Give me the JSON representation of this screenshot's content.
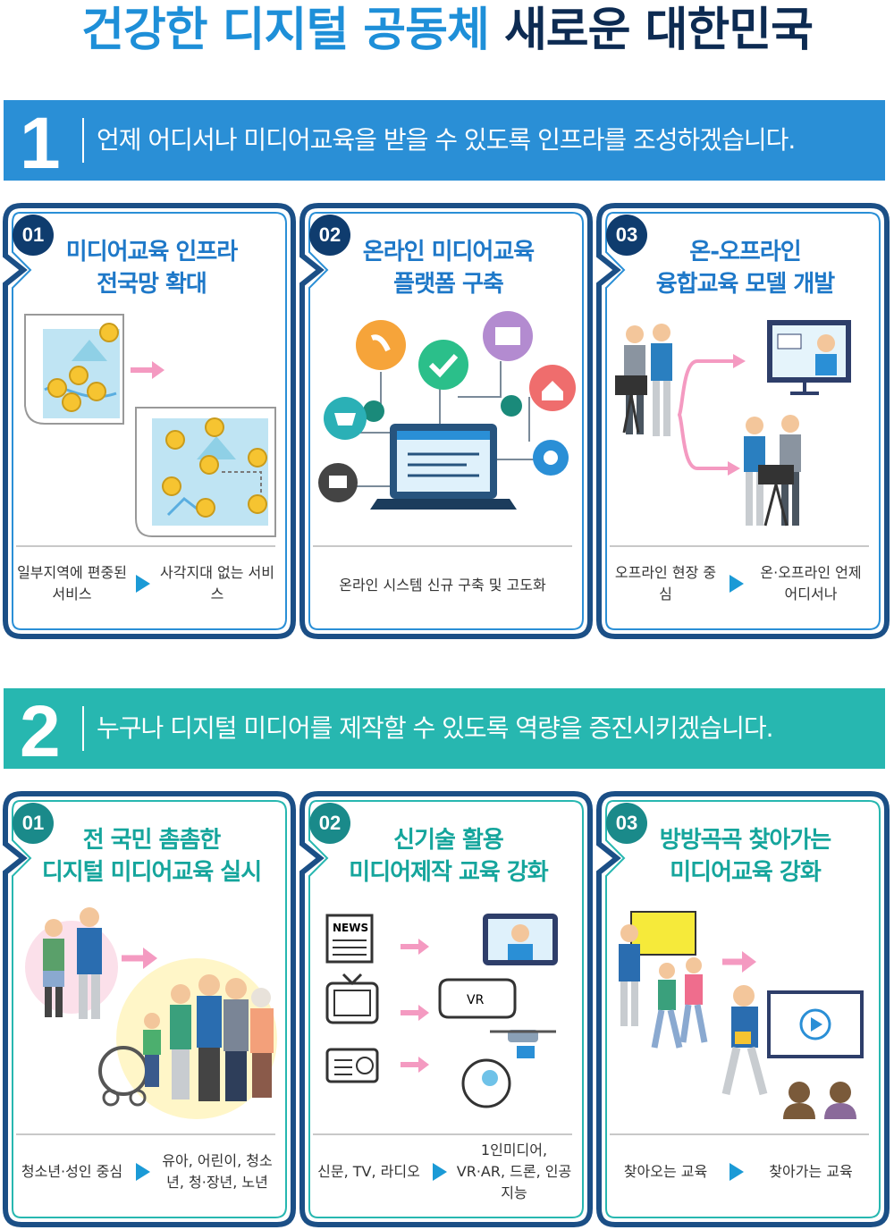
{
  "title": {
    "part1": "건강한 디지털 공동체",
    "part2": "새로운 대한민국"
  },
  "sections": [
    {
      "number": "1",
      "heading": "언제 어디서나 미디어교육을 받을 수 있도록 인프라를 조성하겠습니다.",
      "color": "#2a8fd6",
      "cards": [
        {
          "badge": "01",
          "title_line1": "미디어교육 인프라",
          "title_line2": "전국망 확대",
          "from": "일부지역에 편중된 서비스",
          "to": "사각지대 없는 서비스",
          "illustration": "map-pins-icon"
        },
        {
          "badge": "02",
          "title_line1": "온라인 미디어교육",
          "title_line2": "플랫폼 구축",
          "single": "온라인 시스템 신규 구축 및 고도화",
          "illustration": "laptop-network-icon"
        },
        {
          "badge": "03",
          "title_line1": "온-오프라인",
          "title_line2": "융합교육 모델 개발",
          "from": "오프라인 현장 중심",
          "to": "온·오프라인 언제 어디서나",
          "illustration": "camera-crew-icon"
        }
      ]
    },
    {
      "number": "2",
      "heading": "누구나 디지털 미디어를 제작할 수 있도록 역량을 증진시키겠습니다.",
      "color": "#27b7b0",
      "cards": [
        {
          "badge": "01",
          "title_line1": "전 국민 촘촘한",
          "title_line2": "디지털 미디어교육 실시",
          "from": "청소년·성인 중심",
          "to": "유아, 어린이, 청소년, 청·장년, 노년",
          "illustration": "family-icon"
        },
        {
          "badge": "02",
          "title_line1": "신기술 활용",
          "title_line2": "미디어제작 교육 강화",
          "from": "신문, TV, 라디오",
          "to": "1인미디어, VR·AR, 드론, 인공지능",
          "illustration": "media-tech-icon"
        },
        {
          "badge": "03",
          "title_line1": "방방곡곡 찾아가는",
          "title_line2": "미디어교육 강화",
          "from": "찾아오는 교육",
          "to": "찾아가는 교육",
          "illustration": "visiting-class-icon"
        }
      ]
    }
  ],
  "illus_text": {
    "news": "NEWS",
    "vr": "VR"
  },
  "colors": {
    "navy": "#0f3c6e",
    "blue": "#1e78c8",
    "teal": "#15a59c",
    "pink": "#f49ac1"
  }
}
